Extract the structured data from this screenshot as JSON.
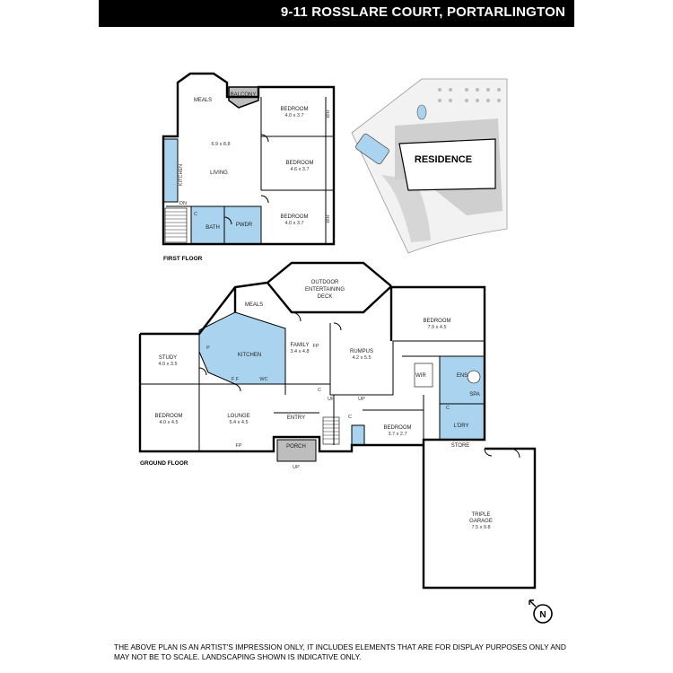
{
  "header": {
    "address": "9-11 ROSSLARE COURT, PORTARLINGTON"
  },
  "first_floor": {
    "label": "FIRST FLOOR",
    "rooms": {
      "meals": "MEALS",
      "balcony": "BALCONY",
      "bed1": {
        "name": "BEDROOM",
        "dims": "4.0 x 3.7"
      },
      "bed2": {
        "name": "BEDROOM",
        "dims": "4.6 x 3.7"
      },
      "bed3": {
        "name": "BEDROOM",
        "dims": "4.0 x 3.7"
      },
      "bir1": "BIR",
      "bir2": "BIR",
      "living_dims": "6.9 x 8.8",
      "living": "LIVING",
      "kitchen": "KITCHEN",
      "dn": "DN",
      "c": "C",
      "bath": "BATH",
      "pwdr": "PWDR"
    }
  },
  "site_plan": {
    "label": "RESIDENCE"
  },
  "ground_floor": {
    "label": "GROUND FLOOR",
    "rooms": {
      "outdoor": [
        "OUTDOOR",
        "ENTERTAINING",
        "DECK"
      ],
      "meals": "MEALS",
      "kitchen": "KITCHEN",
      "p": "P",
      "family": {
        "name": "FAMILY",
        "dims": "3.4 x 4.8"
      },
      "fp1": "FP",
      "rumpus": {
        "name": "RUMPUS",
        "dims": "4.2 x 5.5"
      },
      "bedroom_main": {
        "name": "BEDROOM",
        "dims": "7.9 x 4.5"
      },
      "study": {
        "name": "STUDY",
        "dims": "4.0 x 3.5"
      },
      "ff": "F    F",
      "wc": "WC",
      "c1": "C",
      "wir": "WIR",
      "ens": "ENS",
      "spa": "SPA",
      "bed_left": {
        "name": "BEDROOM",
        "dims": "4.0 x 4.5"
      },
      "lounge": {
        "name": "LOUNGE",
        "dims": "5.4 x 4.5"
      },
      "fp2": "FP",
      "entry": "ENTRY",
      "porch": "PORCH",
      "up1": "UP",
      "up2": "UP",
      "up3": "UP",
      "c2": "C",
      "bed_small": {
        "name": "BEDROOM",
        "dims": "3.7 x 2.7"
      },
      "c3": "C",
      "ldry": "L'DRY",
      "store": "STORE",
      "garage": {
        "name": [
          "TRIPLE",
          "GARAGE"
        ],
        "dims": "7.5 x 9.8"
      }
    }
  },
  "compass": "N",
  "disclaimer": "The above plan is an artist's impression only, it includes elements that are for display purposes only and may not be to scale. Landscaping shown is indicative only."
}
